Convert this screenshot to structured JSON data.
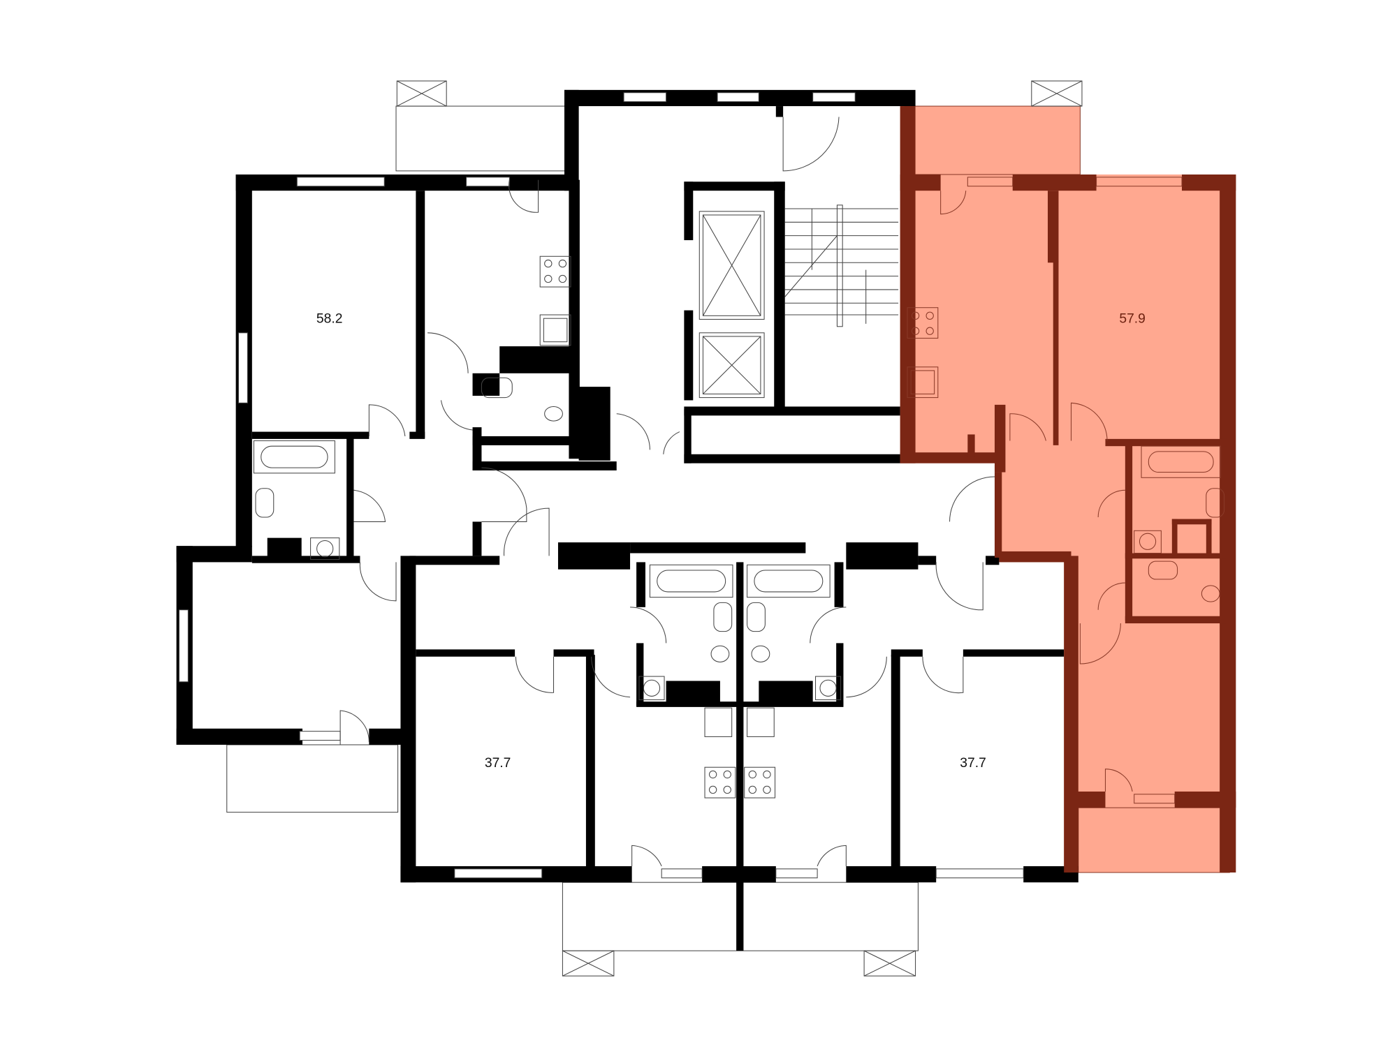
{
  "plan": {
    "highlight_color": "#FFA890",
    "highlight_wall_color": "#7B2614",
    "wall_color": "#000000",
    "apartments": [
      {
        "id": "apt-left",
        "area": "58.2",
        "highlighted": false
      },
      {
        "id": "apt-right",
        "area": "57.9",
        "highlighted": true
      },
      {
        "id": "apt-bottom-left",
        "area": "37.7",
        "highlighted": false
      },
      {
        "id": "apt-bottom-right",
        "area": "37.7",
        "highlighted": false
      }
    ]
  }
}
